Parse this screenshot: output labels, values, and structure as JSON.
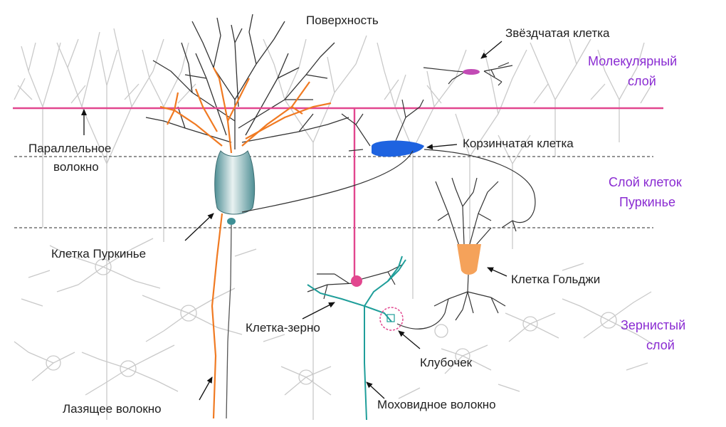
{
  "labels": {
    "surface": "Поверхность",
    "stellate": "Звёздчатая клетка",
    "parallel_1": "Параллельное",
    "parallel_2": "волокно",
    "basket": "Корзинчатая клетка",
    "purkinje": "Клетка Пуркинье",
    "golgi": "Клетка Гольджи",
    "granule": "Клетка-зерно",
    "glomerulus": "Клубочек",
    "climbing": "Лазящее волокно",
    "mossy": "Моховидное волокно"
  },
  "layers": {
    "molecular_1": "Молекулярный",
    "molecular_2": "слой",
    "purkinje_1": "Слой клеток",
    "purkinje_2": "Пуркинье",
    "granular_1": "Зернистый",
    "granular_2": "слой"
  },
  "colors": {
    "background_neurons": "#c9c9c9",
    "purkinje_dendrites": "#333333",
    "climbing_fiber": "#f07a22",
    "parallel_fiber": "#e2478f",
    "granule_cell": "#e2478f",
    "mossy_fiber": "#1f9e9a",
    "basket_cell": "#1e63e0",
    "golgi_cell": "#f5a25a",
    "stellate_cell": "#c24bb5",
    "layer_text": "#8a2bd2",
    "boundary_line": "#555555"
  }
}
